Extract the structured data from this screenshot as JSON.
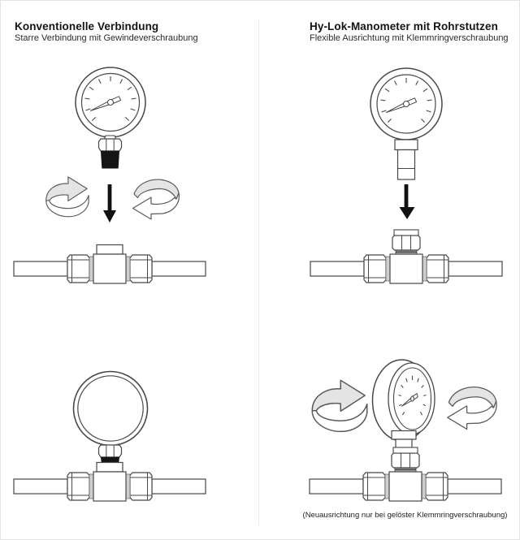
{
  "header": {
    "left": {
      "title": "Konventionelle Verbindung",
      "subtitle": "Starre Verbindung mit Gewindeverschraubung"
    },
    "right": {
      "title": "Hy-Lok-Manometer mit Rohrstutzen",
      "subtitle": "Flexible Ausrichtung mit Klemmringverschraubung"
    }
  },
  "footnote": "(Neuausrichtung nur bei gelöster Klemmringverschraubung)",
  "icons": {
    "rotation_ribbon_left": "rotate-ribbon-arrow-right-icon",
    "rotation_ribbon_right": "rotate-ribbon-arrow-left-icon",
    "down_arrow": "down-arrow-icon"
  },
  "colors": {
    "background": "#ffffff",
    "line": "#474747",
    "ribbon_fill": "#e4e4e4",
    "arrow_black": "#121212",
    "thread_black": "#151515",
    "ferrule_gray": "#cfcfcf",
    "divider": "#ececec"
  }
}
